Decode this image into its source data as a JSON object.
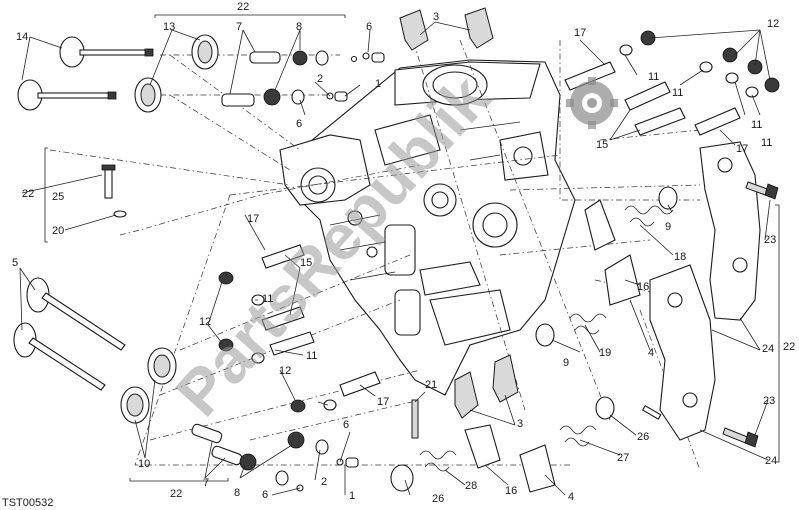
{
  "diagram": {
    "code": "TST00532",
    "watermark": "PartsRepublik",
    "callouts": [
      "1",
      "2",
      "3",
      "4",
      "5",
      "6",
      "7",
      "8",
      "9",
      "10",
      "11",
      "12",
      "13",
      "14",
      "15",
      "16",
      "17",
      "18",
      "19",
      "20",
      "21",
      "22",
      "23",
      "24",
      "25",
      "26",
      "27",
      "28"
    ]
  },
  "colors": {
    "line": "#1a1a1a",
    "watermark": "#9a9a9a",
    "accent": "#d9d9d9"
  },
  "icons": {
    "watermark_logo": "gear-icon"
  }
}
